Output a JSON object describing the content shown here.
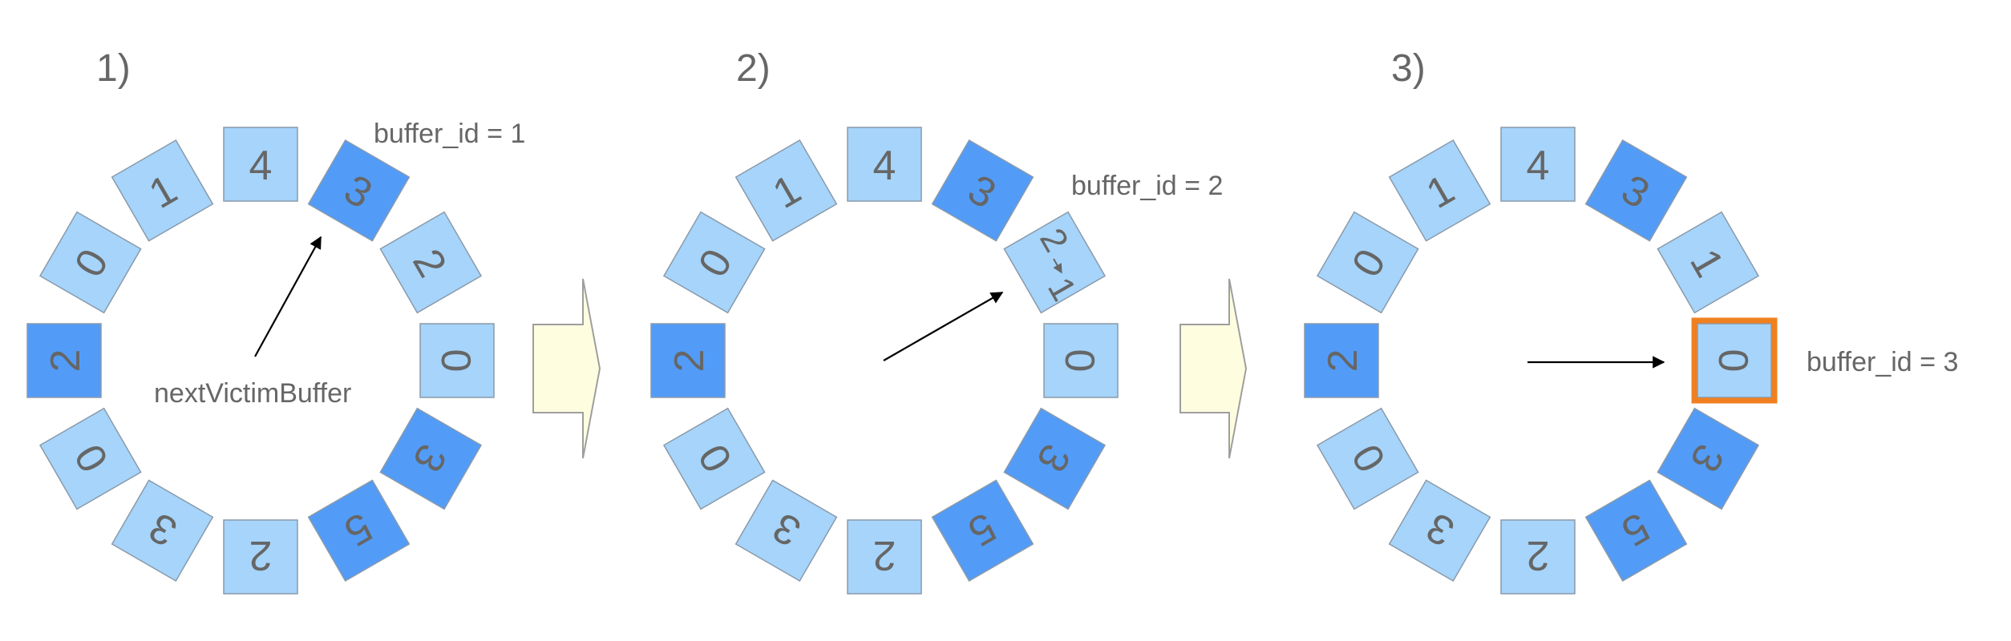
{
  "colors": {
    "light_fill": "#A6D4FA",
    "dark_fill": "#529CF8",
    "box_stroke": "#8A9AAA",
    "text": "#666666",
    "arrow": "#000000",
    "transition_fill": "#FFFDE0",
    "transition_stroke": "#9E9E9E",
    "highlight_border": "#F0801F"
  },
  "panels": [
    {
      "step_label": "1)",
      "buffer_id_label": "buffer_id = 1",
      "pointer_label": "nextVictimBuffer",
      "clock_slots": [
        {
          "value": "4",
          "dark": false
        },
        {
          "value": "3",
          "dark": true
        },
        {
          "value": "2",
          "dark": false
        },
        {
          "value": "0",
          "dark": false
        },
        {
          "value": "3",
          "dark": true
        },
        {
          "value": "5",
          "dark": true
        },
        {
          "value": "2",
          "dark": false
        },
        {
          "value": "3",
          "dark": false
        },
        {
          "value": "0",
          "dark": false
        },
        {
          "value": "2",
          "dark": true
        },
        {
          "value": "0",
          "dark": false
        },
        {
          "value": "1",
          "dark": false
        }
      ]
    },
    {
      "step_label": "2)",
      "buffer_id_label": "buffer_id = 2",
      "slot_update": {
        "old": "2",
        "new": "1"
      },
      "clock_slots": [
        {
          "value": "4",
          "dark": false
        },
        {
          "value": "3",
          "dark": true
        },
        {
          "value": "",
          "dark": false
        },
        {
          "value": "0",
          "dark": false
        },
        {
          "value": "3",
          "dark": true
        },
        {
          "value": "5",
          "dark": true
        },
        {
          "value": "2",
          "dark": false
        },
        {
          "value": "3",
          "dark": false
        },
        {
          "value": "0",
          "dark": false
        },
        {
          "value": "2",
          "dark": true
        },
        {
          "value": "0",
          "dark": false
        },
        {
          "value": "1",
          "dark": false
        }
      ]
    },
    {
      "step_label": "3)",
      "buffer_id_label": "buffer_id = 3",
      "clock_slots": [
        {
          "value": "4",
          "dark": false
        },
        {
          "value": "3",
          "dark": true
        },
        {
          "value": "1",
          "dark": false
        },
        {
          "value": "0",
          "dark": false,
          "selected": true
        },
        {
          "value": "3",
          "dark": true
        },
        {
          "value": "5",
          "dark": true
        },
        {
          "value": "2",
          "dark": false
        },
        {
          "value": "3",
          "dark": false
        },
        {
          "value": "0",
          "dark": false
        },
        {
          "value": "2",
          "dark": true
        },
        {
          "value": "0",
          "dark": false
        },
        {
          "value": "1",
          "dark": false
        }
      ]
    }
  ]
}
